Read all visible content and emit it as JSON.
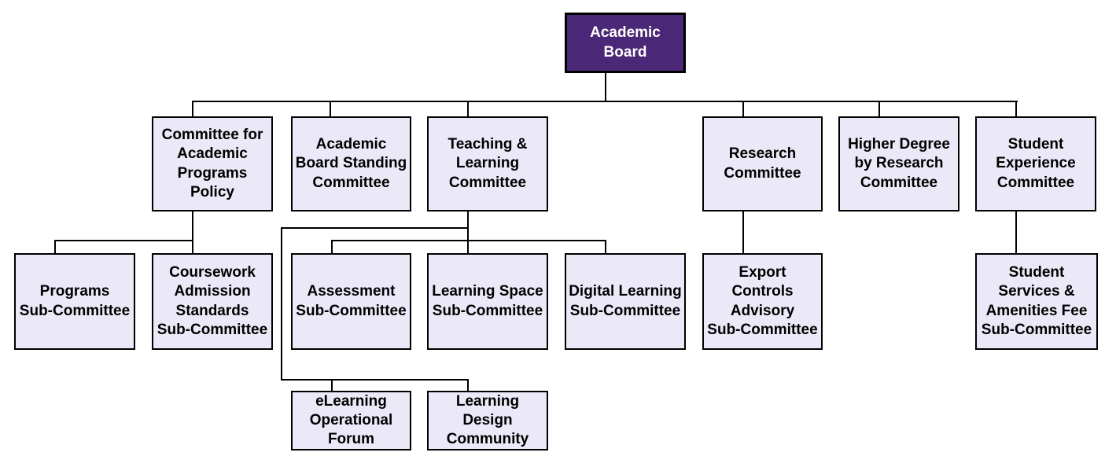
{
  "colors": {
    "root_fill": "#4B2877",
    "root_text": "#FFFFFF",
    "node_fill": "#EBE9F7",
    "node_border": "#000000",
    "node_text": "#000000",
    "connector": "#000000",
    "background": "#FFFFFF"
  },
  "nodes": {
    "academic_board": {
      "label": "Academic\nBoard"
    },
    "capp": {
      "label": "Committee for\nAcademic\nPrograms\nPolicy"
    },
    "absc": {
      "label": "Academic\nBoard Standing\nCommittee"
    },
    "tlc": {
      "label": "Teaching &\nLearning\nCommittee"
    },
    "research": {
      "label": "Research\nCommittee"
    },
    "hdr": {
      "label": "Higher Degree\nby Research\nCommittee"
    },
    "sec": {
      "label": "Student\nExperience\nCommittee"
    },
    "programs": {
      "label": "Programs\nSub-Committee"
    },
    "coursework": {
      "label": "Coursework\nAdmission\nStandards\nSub-Committee"
    },
    "assessment": {
      "label": "Assessment\nSub-Committee"
    },
    "learning_space": {
      "label": "Learning Space\nSub-Committee"
    },
    "digital_learning": {
      "label": "Digital Learning\nSub-Committee"
    },
    "export_controls": {
      "label": "Export\nControls\nAdvisory\nSub-Committee"
    },
    "student_services": {
      "label": "Student\nServices &\nAmenities Fee\nSub-Committee"
    },
    "elearning_forum": {
      "label": "eLearning\nOperational\nForum"
    },
    "learning_design": {
      "label": "Learning\nDesign\nCommunity"
    }
  },
  "hierarchy": [
    {
      "parent": "Academic Board",
      "children": [
        "Committee for Academic Programs Policy",
        "Academic Board Standing Committee",
        "Teaching & Learning Committee",
        "Research Committee",
        "Higher Degree by Research Committee",
        "Student Experience Committee"
      ]
    },
    {
      "parent": "Committee for Academic Programs Policy",
      "children": [
        "Programs Sub-Committee",
        "Coursework Admission Standards Sub-Committee"
      ]
    },
    {
      "parent": "Teaching & Learning Committee",
      "children": [
        "Assessment Sub-Committee",
        "Learning Space Sub-Committee",
        "Digital Learning Sub-Committee",
        "eLearning Operational Forum",
        "Learning Design Community"
      ]
    },
    {
      "parent": "Research Committee",
      "children": [
        "Export Controls Advisory Sub-Committee"
      ]
    },
    {
      "parent": "Student Experience Committee",
      "children": [
        "Student Services & Amenities Fee Sub-Committee"
      ]
    }
  ]
}
